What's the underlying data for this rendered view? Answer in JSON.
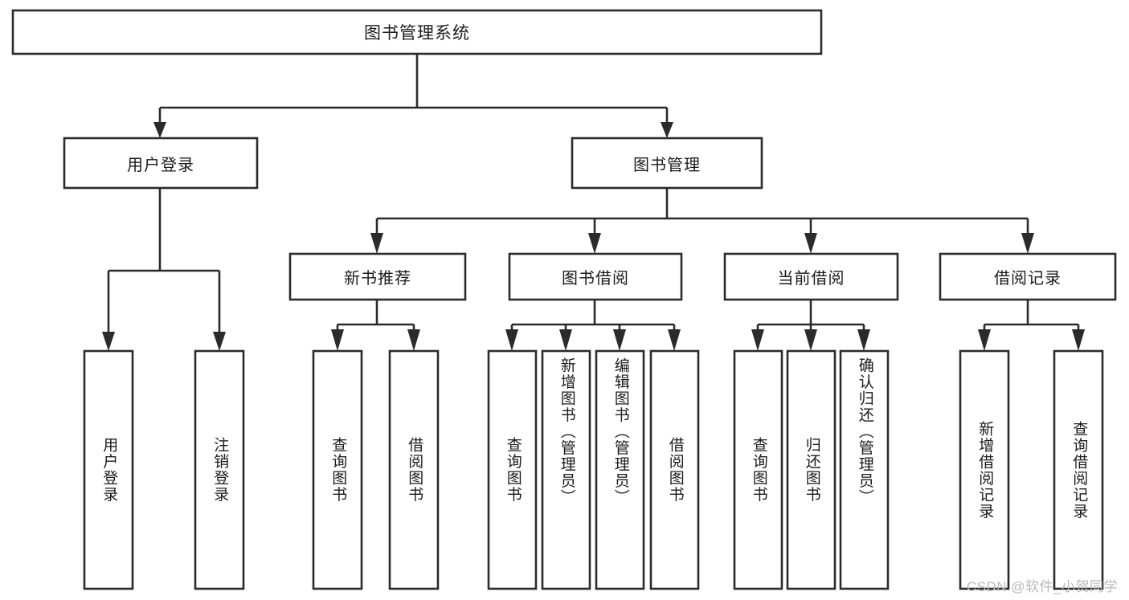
{
  "diagram": {
    "type": "tree-hierarchy",
    "title": "图书管理系统",
    "watermark": "CSDN @软件_小贺同学",
    "colors": {
      "stroke": "#2b2b2b",
      "box_fill": "#ffffff",
      "text": "#1b1b1b",
      "background": "#ffffff",
      "watermark": "#b9b9b9"
    },
    "root": {
      "label": "图书管理系统"
    },
    "level2": [
      {
        "label": "用户登录"
      },
      {
        "label": "图书管理"
      }
    ],
    "level3": [
      {
        "label": "新书推荐"
      },
      {
        "label": "图书借阅"
      },
      {
        "label": "当前借阅"
      },
      {
        "label": "借阅记录"
      }
    ],
    "leaves": {
      "user_login": [
        {
          "label": "用户登录"
        },
        {
          "label": "注销登录"
        }
      ],
      "new_book": [
        {
          "label": "查询图书"
        },
        {
          "label": "借阅图书"
        }
      ],
      "book_borrow": [
        {
          "label": "查询图书"
        },
        {
          "label": "新增图书（管理员）"
        },
        {
          "label": "编辑图书（管理员）"
        },
        {
          "label": "借阅图书"
        }
      ],
      "current_borrow": [
        {
          "label": "查询图书"
        },
        {
          "label": "归还图书"
        },
        {
          "label": "确认归还（管理员）"
        }
      ],
      "borrow_record": [
        {
          "label": "新增借阅记录"
        },
        {
          "label": "查询借阅记录"
        }
      ]
    }
  }
}
